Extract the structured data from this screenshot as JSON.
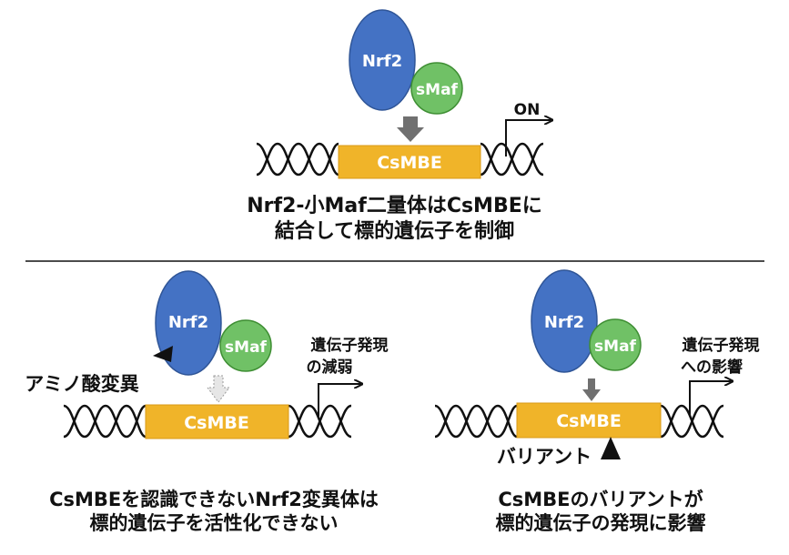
{
  "colors": {
    "nrf2": "#4472C4",
    "smaf": "#70C166",
    "csmbe": "#F0B429",
    "arrow_dark": "#707070",
    "arrow_light": "#C8C8C8",
    "line": "#111111"
  },
  "top": {
    "nrf2_label": "Nrf2",
    "smaf_label": "sMaf",
    "element_label": "CsMBE",
    "on_label": "ON",
    "caption_line1": "Nrf2-小Maf二量体はCsMBEに",
    "caption_line2": "結合して標的遺伝子を制御"
  },
  "left": {
    "nrf2_label": "Nrf2",
    "smaf_label": "sMaf",
    "element_label": "CsMBE",
    "mutation_label": "アミノ酸変異",
    "expression_line1": "遺伝子発現",
    "expression_line2": "の減弱",
    "caption_line1": "CsMBEを認識できないNrf2変異体は",
    "caption_line2": "標的遺伝子を活性化できない"
  },
  "right": {
    "nrf2_label": "Nrf2",
    "smaf_label": "sMaf",
    "element_label": "CsMBE",
    "variant_label": "バリアント",
    "expression_line1": "遺伝子発現",
    "expression_line2": "への影響",
    "caption_line1": "CsMBEのバリアントが",
    "caption_line2": "標的遺伝子の発現に影響"
  }
}
